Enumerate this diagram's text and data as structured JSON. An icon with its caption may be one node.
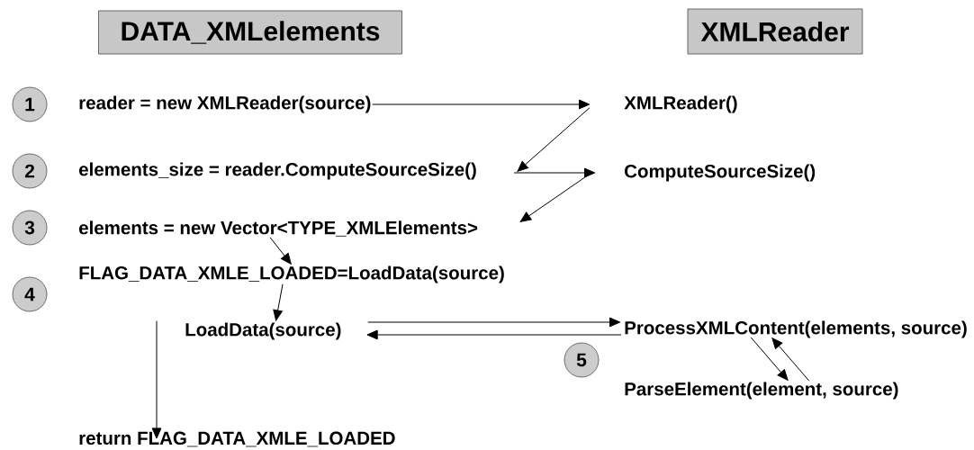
{
  "diagram": {
    "nodes": [
      {
        "text": [
          "DATA_XMLelements"
        ]
      },
      {
        "text": [
          "XMLReader"
        ]
      },
      {
        "text": [
          "1"
        ]
      },
      {
        "text": [
          "2"
        ]
      },
      {
        "text": [
          "3"
        ]
      },
      {
        "text": [
          "4"
        ]
      },
      {
        "text": [
          "5"
        ]
      },
      {
        "text": [
          "reader = new XMLReader(source)"
        ]
      },
      {
        "text": [
          "XMLReader()"
        ]
      },
      {
        "text": [
          "elements_size = reader.ComputeSourceSize()"
        ]
      },
      {
        "text": [
          "ComputeSourceSize()"
        ]
      },
      {
        "text": [
          "elements = new Vector<TYPE_XMLElements>"
        ]
      },
      {
        "text": [
          "FLAG_DATA_XMLE_LOADED=LoadData(source)"
        ]
      },
      {
        "text": [
          "LoadData(source)"
        ]
      },
      {
        "text": [
          "ProcessXMLContent(elements, source)"
        ]
      },
      {
        "text": [
          "ParseElement(element, source)"
        ]
      },
      {
        "text": [
          "return FLAG_DATA_XMLE_LOADED"
        ]
      }
    ],
    "edges": [
      {
        "from": 7,
        "to": 8,
        "arrow": "to"
      },
      {
        "from": 8,
        "to": 9,
        "arrow": "to"
      },
      {
        "from": 9,
        "to": 10,
        "arrow": "to"
      },
      {
        "from": 10,
        "to": 11,
        "arrow": "to"
      },
      {
        "from": 11,
        "to": 12,
        "arrow": "to"
      },
      {
        "from": 12,
        "to": 13,
        "arrow": "to"
      },
      {
        "from": 13,
        "to": 14,
        "arrow": "to"
      },
      {
        "from": 14,
        "to": 13,
        "arrow": "to"
      },
      {
        "from": 14,
        "to": 15,
        "arrow": "to"
      },
      {
        "from": 15,
        "to": 14,
        "arrow": "to"
      },
      {
        "from": 13,
        "to": 16,
        "arrow": "to"
      }
    ]
  }
}
